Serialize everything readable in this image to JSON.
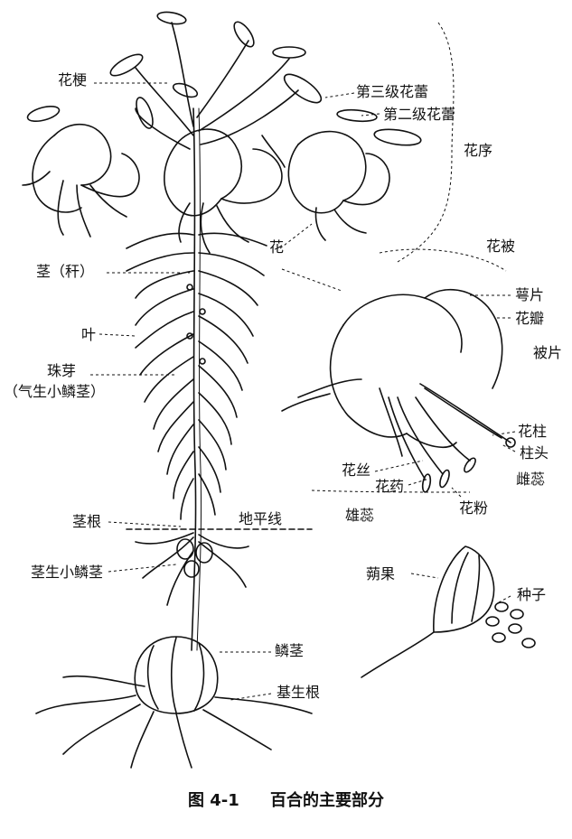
{
  "labels": {
    "flower_stalk": "花梗",
    "third_bud": "第三级花蕾",
    "second_bud": "第二级花蕾",
    "inflorescence": "花序",
    "flower": "花",
    "perianth": "花被",
    "sepal": "萼片",
    "petal": "花瓣",
    "tepal_cut": "被片",
    "stem": "茎（秆）",
    "leaf": "叶",
    "bulbil_line1": "珠芽",
    "bulbil_line2": "（气生小鳞茎）",
    "style": "花柱",
    "stigma": "柱头",
    "filament": "花丝",
    "anther": "花药",
    "pistil": "雌蕊",
    "stamen": "雄蕊",
    "pollen": "花粉",
    "stem_root": "茎根",
    "ground_line": "地平线",
    "stem_bulblet": "茎生小鳞茎",
    "capsule": "蒴果",
    "seed": "种子",
    "bulb": "鳞茎",
    "basal_root": "基生根"
  },
  "caption": {
    "figure_no": "图 4-1",
    "title": "百合的主要部分"
  }
}
